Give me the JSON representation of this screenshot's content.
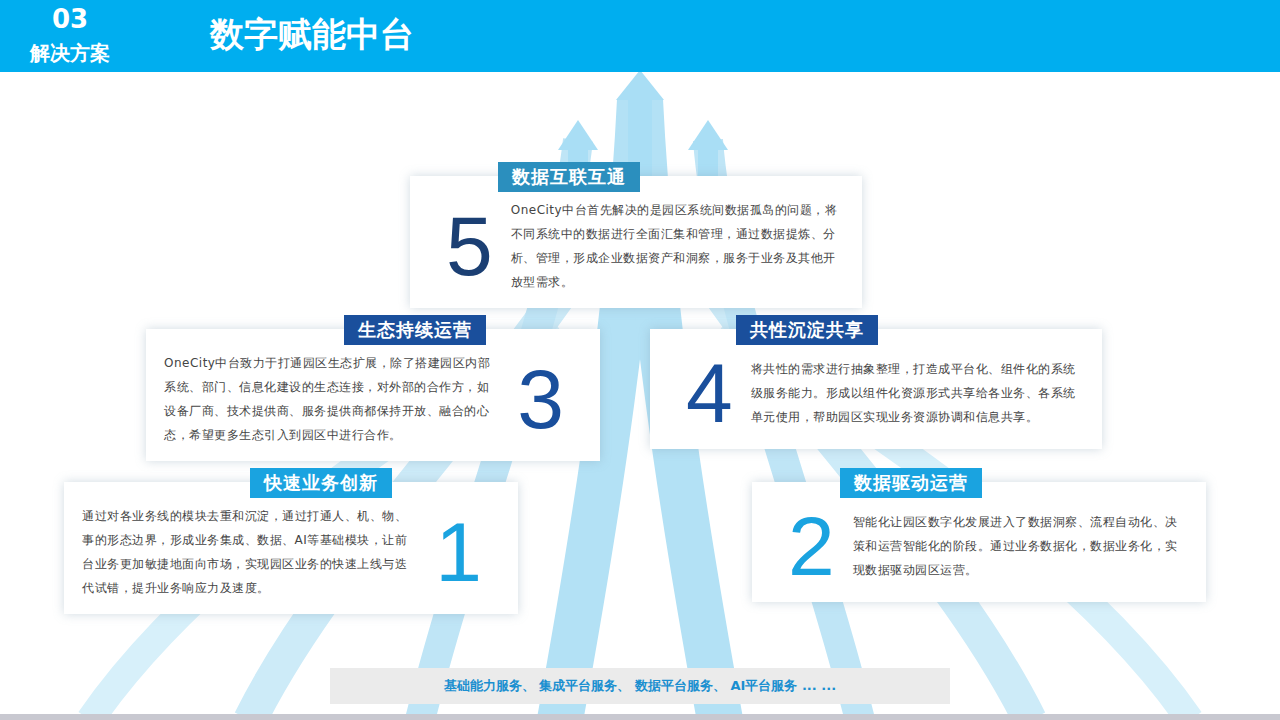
{
  "diagram": {
    "title": "数字赋能中台",
    "nodes": [
      {
        "text": [
          "数据互联互通",
          "5",
          "OneCity中台首先解决的是园区系统间数据孤岛的问题，将不同系统中的数据进行全面汇集和管理，通过数据提炼、分析、管理，形成企业数据资产和洞察，服务于业务及其他开放型需求。"
        ]
      },
      {
        "text": [
          "生态持续运营",
          "3",
          "OneCity中台致力于打通园区生态扩展，除了搭建园区内部系统、部门、信息化建设的生态连接，对外部的合作方，如设备厂商、技术提供商、服务提供商都保持开放、融合的心态，希望更多生态引入到园区中进行合作。"
        ]
      },
      {
        "text": [
          "共性沉淀共享",
          "4",
          "将共性的需求进行抽象整理，打造成平台化、组件化的系统级服务能力。形成以组件化资源形式共享给各业务、各系统单元使用，帮助园区实现业务资源协调和信息共享。"
        ]
      },
      {
        "text": [
          "快速业务创新",
          "1",
          "通过对各业务线的模块去重和沉淀，通过打通人、机、物、事的形态边界，形成业务集成、数据、AI等基础模块，让前台业务更加敏捷地面向市场，实现园区业务的快速上线与迭代试错，提升业务响应力及速度。"
        ]
      },
      {
        "text": [
          "数据驱动运营",
          "2",
          "智能化让园区数字化发展进入了数据洞察、流程自动化、决策和运营智能化的阶段。通过业务数据化，数据业务化，实现数据驱动园区运营。"
        ]
      },
      {
        "text": [
          "基础能力服务、 集成平台服务、 数据平台服务、 AI平台服务 ... ..."
        ]
      }
    ],
    "labels": [
      "03",
      "解决方案"
    ]
  }
}
